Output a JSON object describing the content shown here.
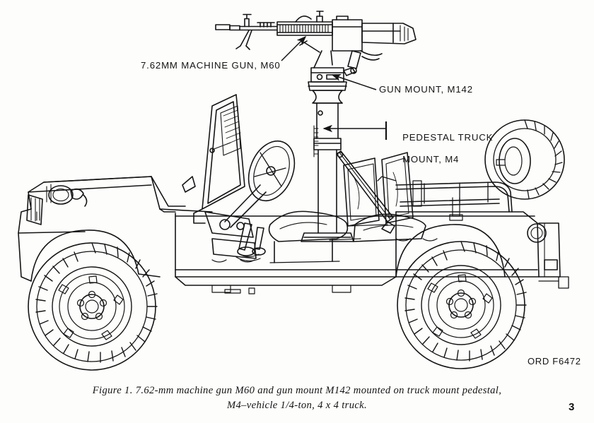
{
  "page": {
    "background_color": "#fdfdfc",
    "ink_color": "#141414",
    "page_number": "3"
  },
  "figure": {
    "drawing_number": "ORD F6472",
    "caption_line_1": "Figure 1.  7.62-mm machine gun M60 and gun mount M142 mounted on truck mount pedestal,",
    "caption_line_2": "M4–vehicle 1/4-ton, 4 x 4 truck."
  },
  "callouts": [
    {
      "id": "machine-gun",
      "label": "7.62MM MACHINE GUN, M60",
      "leader": "line-with-arrow-up-right"
    },
    {
      "id": "gun-mount",
      "label": "GUN MOUNT, M142",
      "leader": "line-with-arrow-up-left"
    },
    {
      "id": "pedestal-truck-mount",
      "label_line_1": "PEDESTAL TRUCK",
      "label_line_2": "MOUNT, M4",
      "leader": "bracket-and-arrow-left"
    }
  ],
  "illustration": {
    "subject": "M60 machine gun on M142 gun mount atop M4 pedestal truck mount, installed in a 1/4-ton 4x4 utility truck",
    "style": "black-and-white technical line drawing",
    "components": [
      "m60-machine-gun",
      "gun-mount-m142",
      "pedestal-column-m4",
      "pedestal-brace-strut",
      "pedestal-base-plate",
      "jeep-body",
      "hood",
      "front-fender",
      "headlight",
      "folded-windshield",
      "steering-wheel",
      "shift-levers",
      "driver-seat",
      "passenger-seat",
      "front-wheel",
      "rear-wheel",
      "spare-tire",
      "top-bow-frame",
      "taillight",
      "fuel-filler-cap"
    ]
  }
}
